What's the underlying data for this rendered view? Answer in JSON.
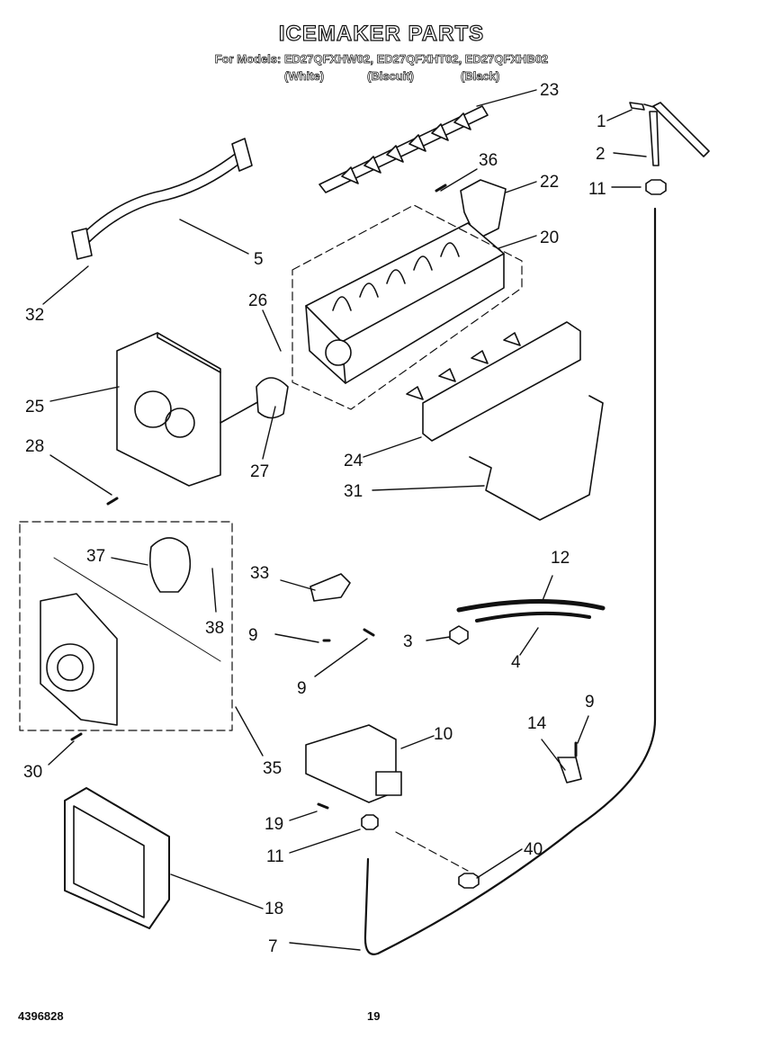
{
  "header": {
    "title": "ICEMAKER PARTS",
    "models_line": "For Models: ED27QFXHW02, ED27QFXHT02, ED27QFXHB02",
    "variants": [
      "(White)",
      "(Biscuit)",
      "(Black)"
    ]
  },
  "footer": {
    "doc_number": "4396828",
    "page_number": "19"
  },
  "callouts": [
    "1",
    "2",
    "11",
    "23",
    "36",
    "22",
    "20",
    "32",
    "5",
    "26",
    "25",
    "28",
    "27",
    "24",
    "31",
    "37",
    "33",
    "38",
    "12",
    "9",
    "3",
    "4",
    "35",
    "30",
    "10",
    "14",
    "19",
    "40",
    "18",
    "7"
  ],
  "colors": {
    "line": "#111111",
    "background": "#ffffff"
  }
}
